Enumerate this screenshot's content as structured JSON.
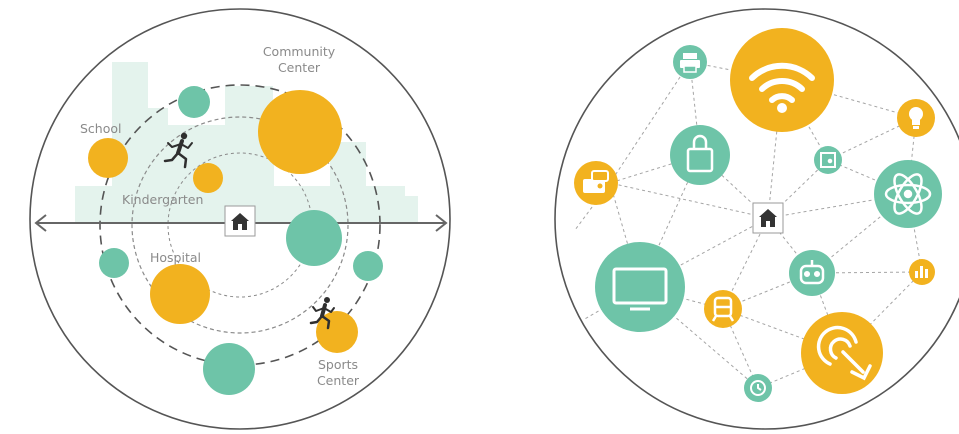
{
  "colors": {
    "orange": "#f2b21f",
    "teal": "#6ec4a8",
    "bldg": "#e2f2ec",
    "outline": "#555555",
    "dashed": "#8a8a8a",
    "label": "#8a8a8a"
  },
  "left_diagram": {
    "labels": {
      "community_center_1": "Community",
      "community_center_2": "Center",
      "school": "School",
      "kindergarten": "Kindergarten",
      "hospital": "Hospital",
      "sports_center_1": "Sports",
      "sports_center_2": "Center"
    },
    "center_icon": "house-icon",
    "runner_icons": [
      "runner-icon",
      "runner-icon"
    ]
  },
  "right_diagram": {
    "center_icon": "house-icon",
    "node_icons": [
      "wifi-icon",
      "printer-icon",
      "bulb-icon",
      "shopping-bag-icon",
      "door-icon",
      "atom-icon",
      "wallet-icon",
      "monitor-icon",
      "robot-icon",
      "train-icon",
      "chart-icon",
      "touch-icon",
      "clock-icon"
    ]
  }
}
